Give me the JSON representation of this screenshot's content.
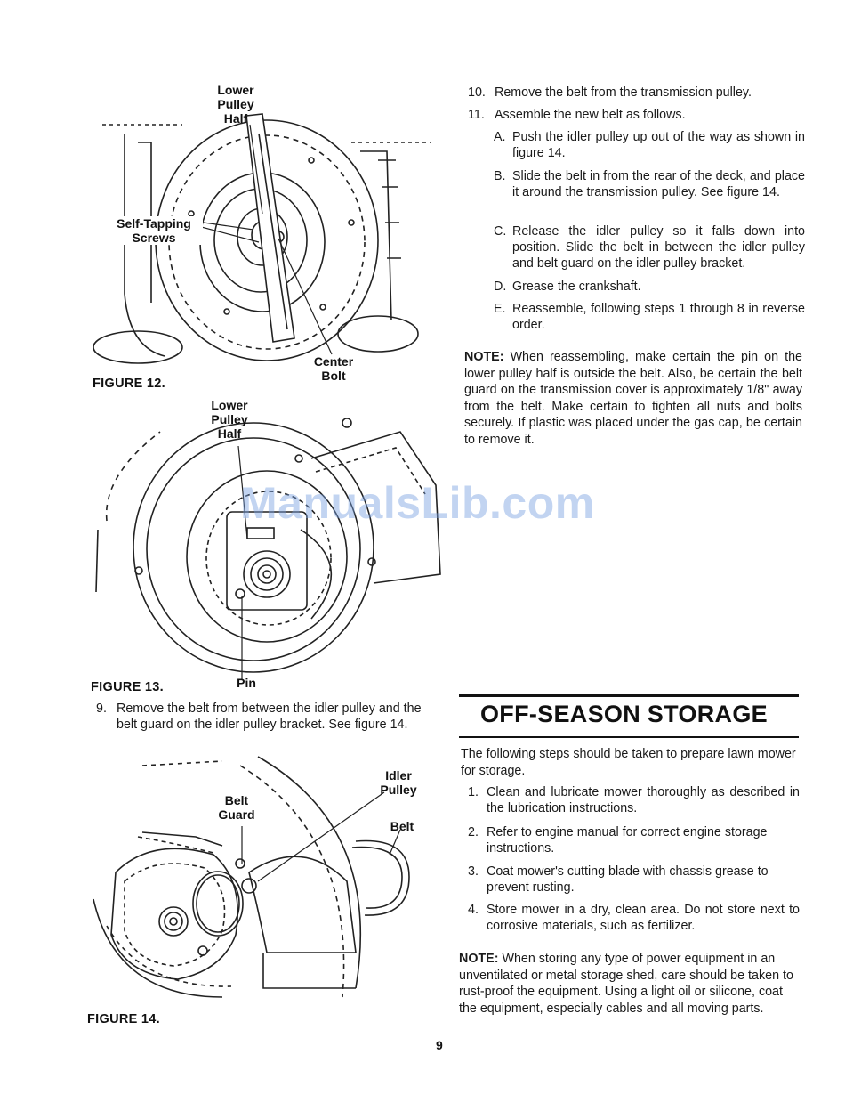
{
  "figures": {
    "fig12": {
      "caption": "FIGURE 12.",
      "labels": {
        "lower_pulley_half": "Lower\nPulley\nHalf",
        "self_tapping_screws": "Self-Tapping\nScrews",
        "center_bolt": "Center\nBolt"
      }
    },
    "fig13": {
      "caption": "FIGURE 13.",
      "labels": {
        "lower_pulley_half": "Lower\nPulley\nHalf",
        "pin": "Pin"
      }
    },
    "fig14": {
      "caption": "FIGURE 14.",
      "labels": {
        "belt_guard": "Belt\nGuard",
        "idler_pulley": "Idler\nPulley",
        "belt": "Belt"
      }
    }
  },
  "left_steps": [
    {
      "num": "9.",
      "text": "Remove the belt from between the idler pulley and the belt guard on the idler pulley bracket. See figure 14."
    }
  ],
  "right_steps": [
    {
      "num": "10.",
      "text": "Remove the belt from the transmission pulley."
    },
    {
      "num": "11.",
      "text": "Assemble the new belt as follows."
    }
  ],
  "substeps": [
    {
      "letter": "A.",
      "text": "Push the idler pulley up out of the way as shown in figure 14."
    },
    {
      "letter": "B.",
      "text": "Slide the belt in from the rear of the deck, and place it around the transmission pulley. See figure 14."
    },
    {
      "letter": "C.",
      "text": "Release the idler pulley so it falls down into position. Slide the belt in between the idler pulley and belt guard on the idler pulley bracket."
    },
    {
      "letter": "D.",
      "text": "Grease the crankshaft."
    },
    {
      "letter": "E.",
      "text": "Reassemble, following steps 1 through 8 in reverse order."
    }
  ],
  "note1": {
    "label": "NOTE:",
    "text": "When reassembling, make certain the pin on the lower pulley half is outside the belt. Also, be certain the belt guard on the transmission cover is approximately 1/8\" away from the belt. Make certain to tighten all nuts and bolts securely. If plastic was placed under the gas cap, be certain to remove it."
  },
  "storage": {
    "heading": "OFF-SEASON STORAGE",
    "intro": "The following steps should be taken to prepare lawn mower for storage.",
    "steps": [
      {
        "num": "1.",
        "text": "Clean and lubricate mower thoroughly as described in the lubrication instructions."
      },
      {
        "num": "2.",
        "text": "Refer to engine manual for correct engine storage instructions."
      },
      {
        "num": "3.",
        "text": "Coat mower's cutting blade with chassis grease to prevent rusting."
      },
      {
        "num": "4.",
        "text": "Store mower in a dry, clean area. Do not store next to corrosive materials, such as fertilizer."
      }
    ],
    "note": {
      "label": "NOTE:",
      "text": "When storing any type of power equipment in an unventilated or metal storage shed, care should be taken to rust-proof the equipment. Using a light oil or silicone, coat the equipment, especially cables and all moving parts."
    }
  },
  "watermark": "ManualsLib.com",
  "page_number": "9"
}
